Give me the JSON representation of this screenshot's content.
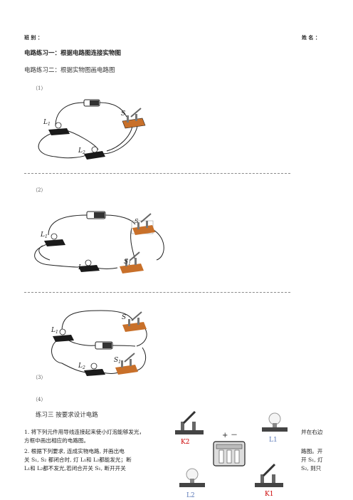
{
  "header": {
    "class_label": "班 别 ：",
    "name_label": "姓 名 ："
  },
  "title1": "电路练习一：根据电路图连接实物图",
  "title2": "电路练习二：根据实物图画电路图",
  "labels": {
    "p1": "（1）",
    "p2": "（2）",
    "p3": "（3）",
    "p4": "（4）"
  },
  "components": {
    "L1": "L",
    "L2": "L",
    "S": "S",
    "S1": "S",
    "S2": "S",
    "sub1": "1",
    "sub2": "2"
  },
  "exercise3": {
    "title": "练习三  按要求设计电路",
    "q1_left": "1. 将下列元件用导线连接起来使小灯泡能够发光，",
    "q1_left2": "方框中画出相应的电路图。",
    "q1_right": "并在右边",
    "q2_left": "2. 根据下列要求, 连成实物电路, 并画出电",
    "q2_left2": "关 S₁, S₂ 都闭合时, 灯 L₁和 L₂都能发光；断",
    "q2_left3": "L₁和 L₂都不发光,若闭合开关 S₁, 断开开关",
    "q2_right1": "路图。开",
    "q2_right2": "开 S₁, 灯",
    "q2_right3": "S₂, 则只",
    "K2": "K2",
    "K1": "K1",
    "L1c": "L1",
    "L2c": "L2",
    "plus": "+",
    "minus": "－"
  },
  "colors": {
    "wire": "#222222",
    "base": "#1a1a1a",
    "switch_base": "#c8702a"
  }
}
